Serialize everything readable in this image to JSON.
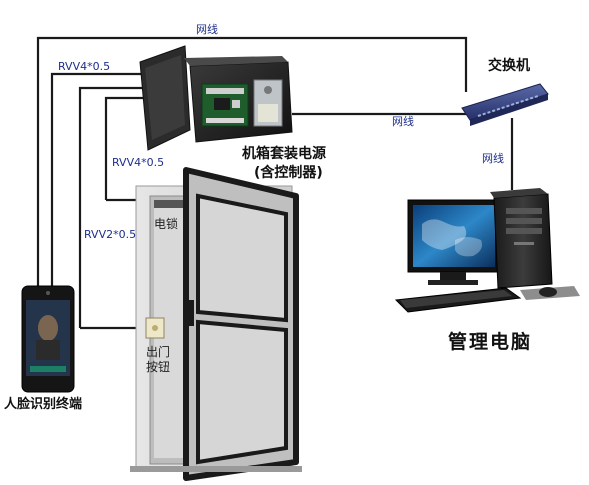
{
  "labels": {
    "net_top": "网线",
    "net_mid": "网线",
    "net_right": "网线",
    "rvv4_top": "RVV4*0.5",
    "rvv4_mid": "RVV4*0.5",
    "rvv2": "RVV2*0.5",
    "switch": "交换机",
    "cabinet_line1": "机箱套装电源",
    "cabinet_line2": "(含控制器)",
    "lock": "电锁",
    "exit_btn_line1": "出门",
    "exit_btn_line2": "按钮",
    "terminal": "人脸识别终端",
    "pc": "管理电脑"
  }
}
